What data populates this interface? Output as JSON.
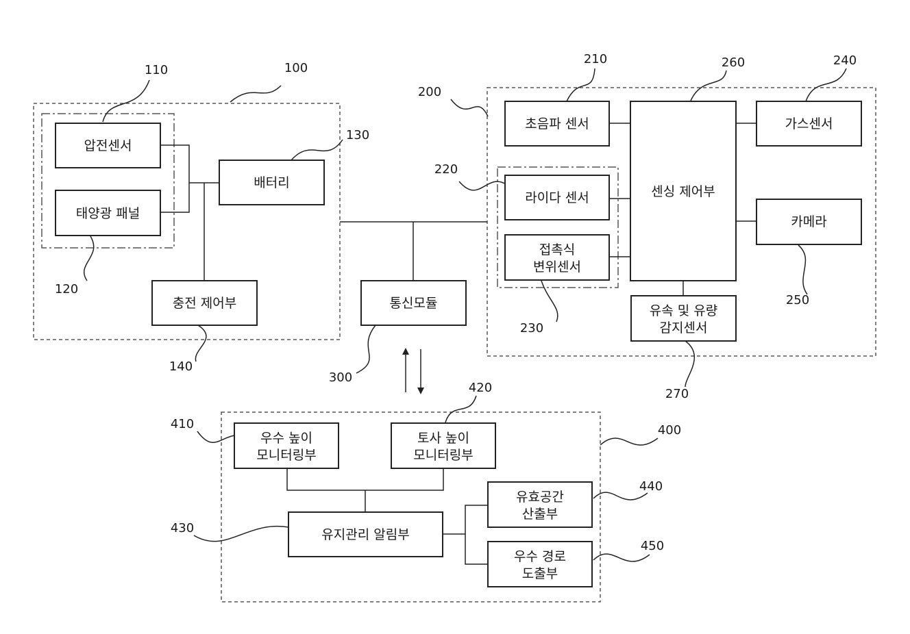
{
  "group_labels": {
    "g100": "100",
    "g110": "110",
    "g200": "200",
    "g220": "220",
    "g230": "230",
    "g400": "400"
  },
  "blocks": {
    "b110": {
      "ref": "110",
      "lines": [
        "압전센서"
      ]
    },
    "b120": {
      "ref": "120",
      "lines": [
        "태양광 패널"
      ]
    },
    "b130": {
      "ref": "130",
      "lines": [
        "배터리"
      ]
    },
    "b140": {
      "ref": "140",
      "lines": [
        "충전 제어부"
      ]
    },
    "b210": {
      "ref": "210",
      "lines": [
        "초음파 센서"
      ]
    },
    "b220": {
      "ref": "220",
      "lines": [
        "라이다 센서"
      ]
    },
    "b230": {
      "ref": "230",
      "lines": [
        "접촉식",
        "변위센서"
      ]
    },
    "b240": {
      "ref": "240",
      "lines": [
        "가스센서"
      ]
    },
    "b250": {
      "ref": "250",
      "lines": [
        "카메라"
      ]
    },
    "b260": {
      "ref": "260",
      "lines": [
        "센싱 제어부"
      ]
    },
    "b270": {
      "ref": "270",
      "lines": [
        "유속 및 유량",
        "감지센서"
      ]
    },
    "b300": {
      "ref": "300",
      "lines": [
        "통신모듈"
      ]
    },
    "b410": {
      "ref": "410",
      "lines": [
        "우수 높이",
        "모니터링부"
      ]
    },
    "b420": {
      "ref": "420",
      "lines": [
        "토사 높이",
        "모니터링부"
      ]
    },
    "b430": {
      "ref": "430",
      "lines": [
        "유지관리 알림부"
      ]
    },
    "b440": {
      "ref": "440",
      "lines": [
        "유효공간",
        "산출부"
      ]
    },
    "b450": {
      "ref": "450",
      "lines": [
        "우수 경로",
        "도출부"
      ]
    }
  }
}
